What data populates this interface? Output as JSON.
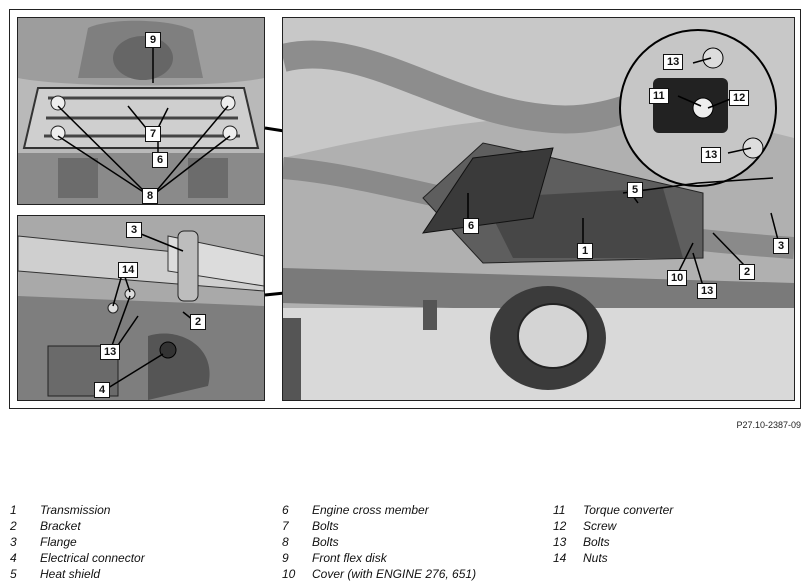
{
  "figure_ref": "P27.10-2387-09",
  "callouts": {
    "p1": [
      "9",
      "7",
      "6",
      "8"
    ],
    "p2": [
      "3",
      "14",
      "2",
      "13",
      "4"
    ],
    "p3": [
      "6",
      "5",
      "1",
      "10",
      "13",
      "2",
      "3"
    ],
    "zoom": [
      "13",
      "11",
      "12",
      "13"
    ]
  },
  "legend": [
    [
      {
        "num": "1",
        "text": "Transmission"
      },
      {
        "num": "2",
        "text": "Bracket"
      },
      {
        "num": "3",
        "text": "Flange"
      },
      {
        "num": "4",
        "text": "Electrical connector"
      },
      {
        "num": "5",
        "text": "Heat shield"
      }
    ],
    [
      {
        "num": "6",
        "text": "Engine cross member"
      },
      {
        "num": "7",
        "text": "Bolts"
      },
      {
        "num": "8",
        "text": "Bolts"
      },
      {
        "num": "9",
        "text": "Front flex disk"
      },
      {
        "num": "10",
        "text": "Cover (with ENGINE 276, 651)"
      }
    ],
    [
      {
        "num": "11",
        "text": "Torque converter"
      },
      {
        "num": "12",
        "text": "Screw"
      },
      {
        "num": "13",
        "text": "Bolts"
      },
      {
        "num": "14",
        "text": "Nuts"
      }
    ]
  ]
}
